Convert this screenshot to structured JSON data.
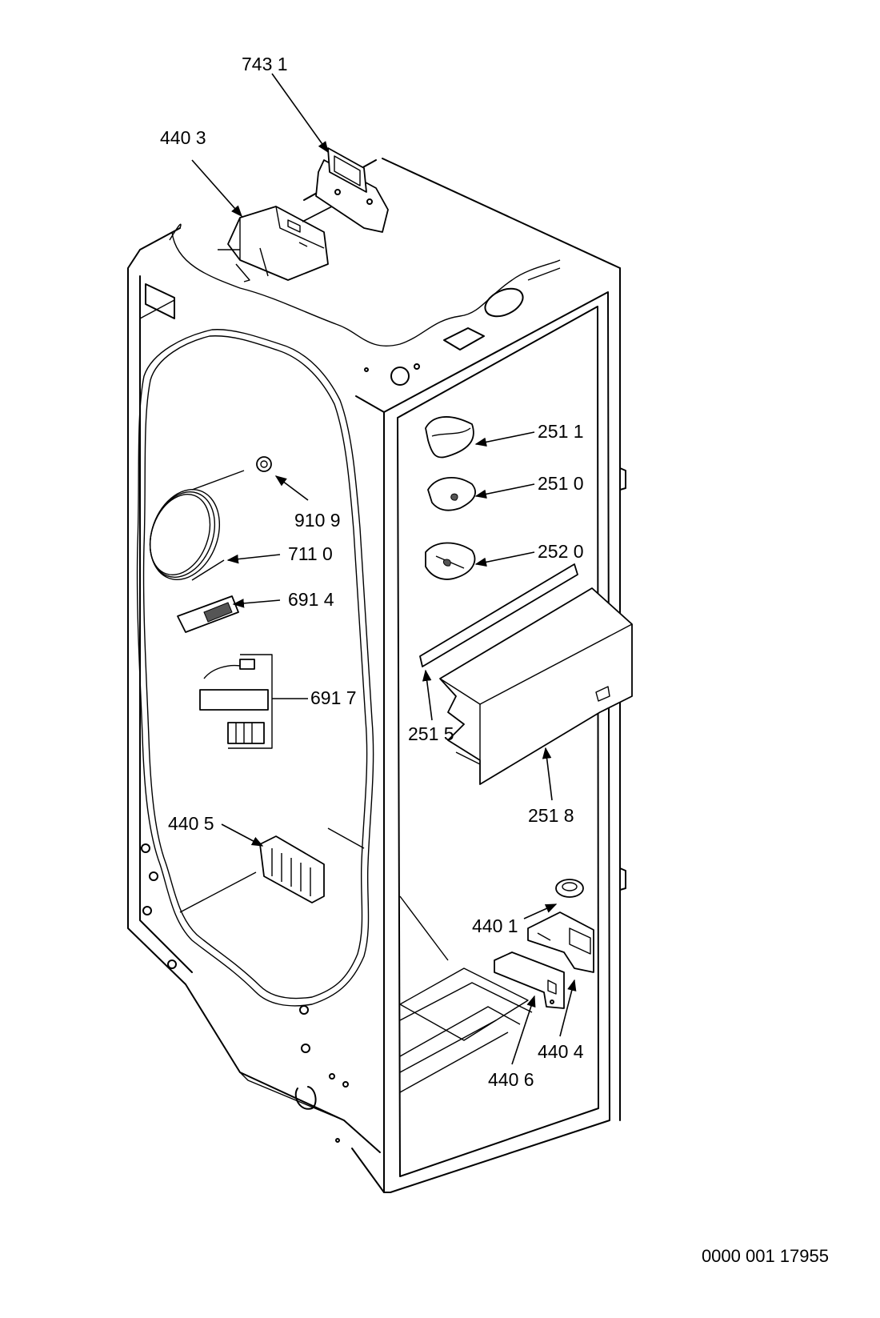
{
  "labels": {
    "p7431": "743 1",
    "p4403": "440 3",
    "p2511": "251 1",
    "p2510": "251 0",
    "p9109": "910 9",
    "p7110": "711 0",
    "p2520": "252 0",
    "p6914": "691 4",
    "p6917": "691 7",
    "p2515": "251 5",
    "p2518": "251 8",
    "p4405": "440 5",
    "p4401": "440 1",
    "p4404": "440 4",
    "p4406": "440 6"
  },
  "document_number": "0000 001 17955"
}
